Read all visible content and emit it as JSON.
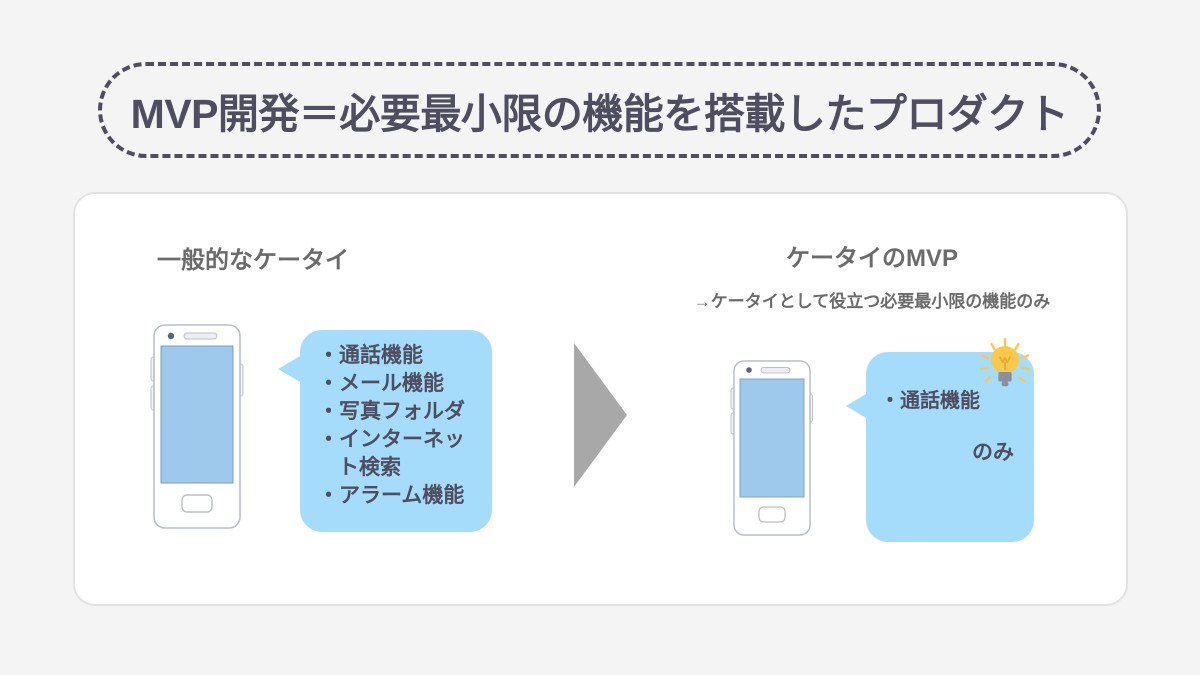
{
  "title": {
    "text": "MVP開発＝必要最小限の機能を搭載したプロダクト"
  },
  "columns": {
    "left": {
      "heading": "一般的なケータイ",
      "phone_icon": "smartphone-icon",
      "bubble_items": [
        "・通話機能",
        "・メール機能",
        "・写真フォルダ",
        "・インターネッ",
        "ト検索",
        "・アラーム機能"
      ]
    },
    "right": {
      "heading": "ケータイのMVP",
      "subheading": "→ケータイとして役立つ必要最小限の機能のみ",
      "phone_icon": "smartphone-icon",
      "bubble_items": [
        "・通話機能"
      ],
      "emphasis": "のみ",
      "bulb_icon": "lightbulb-icon"
    }
  },
  "divider": {
    "arrow_icon": "triangle-right-icon"
  },
  "colors": {
    "background": "#f4f4f4",
    "card": "#ffffff",
    "card_border": "#e2e2e2",
    "ink": "#4e4e60",
    "muted_ink": "#6b6b6b",
    "bubble": "#a5dcfb",
    "phone_screen": "#9ec8ec",
    "arrow": "#a8a8a8",
    "bulb": "#fbc949"
  }
}
